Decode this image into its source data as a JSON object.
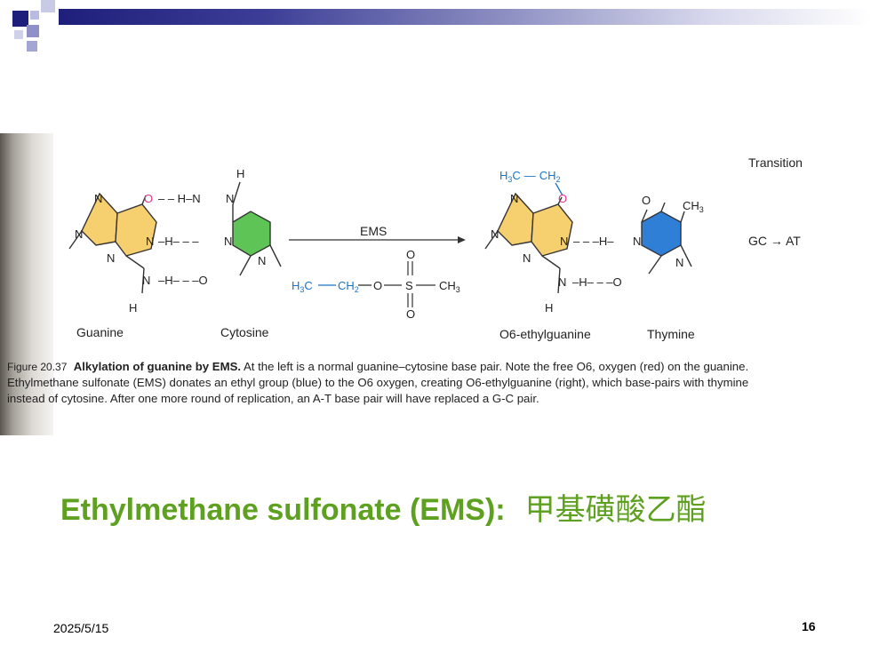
{
  "slide": {
    "title_en": "Ethylmethane sulfonate (EMS):",
    "title_cn": "甲基磺酸乙酯",
    "date": "2025/5/15",
    "page_number": "16"
  },
  "colors": {
    "title_green": "#5ea01f",
    "guanine_fill": "#f6cf6e",
    "cytosine_fill": "#5ec456",
    "thymine_fill": "#2f7fd6",
    "oxygen_red": "#e0348a",
    "ethyl_blue": "#1b74c6",
    "top_bar_dark": "#1e1f7a"
  },
  "diagram": {
    "left": {
      "guanine_label": "Guanine",
      "cytosine_label": "Cytosine",
      "atoms": {
        "O": "O",
        "H": "H",
        "N": "N"
      }
    },
    "arrow": {
      "label": "EMS"
    },
    "reagent": {
      "h3c": "H3C",
      "ch2": "CH2",
      "o": "O",
      "s": "S",
      "ch3": "CH3"
    },
    "right": {
      "ethyl_h3c": "H3C",
      "ethyl_ch2": "CH2",
      "o6_label": "O6-ethylguanine",
      "thymine_label": "Thymine",
      "ch3": "CH3"
    },
    "transition": {
      "label": "Transition",
      "change": "GC → AT"
    }
  },
  "caption": {
    "figure_number": "Figure 20.37",
    "bold_title": "Alkylation of guanine by EMS.",
    "line1_rest": " At the left is a normal guanine–cytosine base pair. Note the free O6, oxygen (red) on the guanine.",
    "line2": "Ethylmethane sulfonate (EMS) donates an ethyl group (blue) to the O6 oxygen, creating O6-ethylguanine (right), which base-pairs with thymine",
    "line3": "instead of cytosine. After one more round of replication, an A-T base pair will have replaced a G-C pair."
  }
}
